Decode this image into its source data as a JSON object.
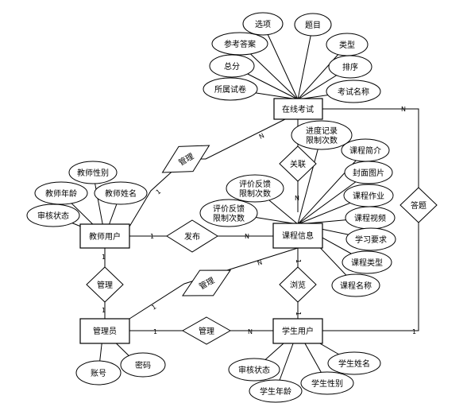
{
  "entities": {
    "online_exam": "在线考试",
    "course_info": "课程信息",
    "teacher_user": "教师用户",
    "admin": "管理员",
    "student_user": "学生用户"
  },
  "relationships": {
    "manage_teacher_exam": "管理",
    "relate": "关联",
    "publish": "发布",
    "manage_admin_teacher": "管理",
    "manage_admin_course": "管理",
    "browse": "浏览",
    "manage_admin_student": "管理",
    "answer": "答题"
  },
  "attributes": {
    "exam": [
      "选项",
      "题目",
      "参考答案",
      "类型",
      "总分",
      "排序",
      "所属试卷",
      "考试名称"
    ],
    "course": [
      "进度记录\n限制次数",
      "课程简介",
      "封面图片",
      "评价反馈\n限制次数",
      "评价反馈\n限制次数",
      "课程作业",
      "课程视频",
      "学习要求",
      "课程类型",
      "课程名称"
    ],
    "teacher": [
      "教师性别",
      "教师年龄",
      "教师姓名",
      "审核状态"
    ],
    "admin": [
      "账号",
      "密码"
    ],
    "student": [
      "审核状态",
      "学生姓名",
      "学生年龄",
      "学生性别"
    ]
  },
  "cardinalities": {
    "one": "1",
    "many": "N"
  }
}
